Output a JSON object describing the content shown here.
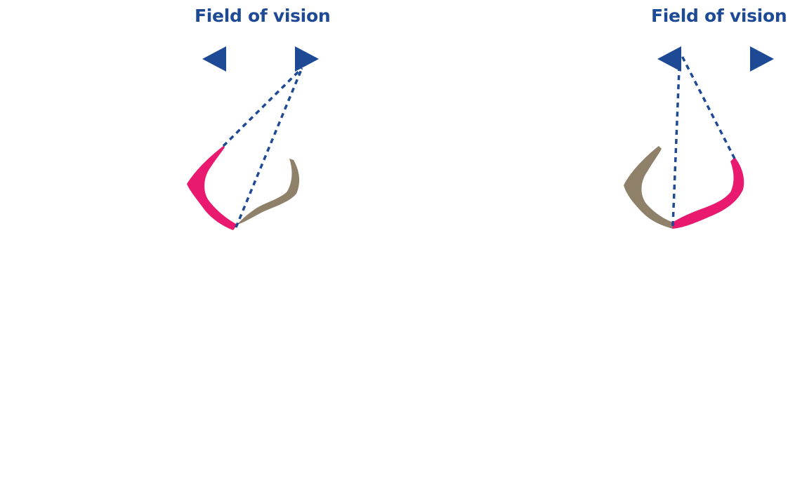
{
  "colors": {
    "title": "#1e4a95",
    "arrow": "#1e4a95",
    "dashed_line": "#1e4a95",
    "skull_outer": "#d5d6d0",
    "cavity": "#8d9aa4",
    "brain": "#e0e1e1",
    "ventricle": "#c3c7cc",
    "active_cortex": "#e8196e",
    "inactive_cortex": "#8f8069"
  },
  "panels": [
    {
      "title": "Field of vision",
      "left_arrow_icon": "triangle-left-icon",
      "right_arrow_icon": "triangle-right-icon",
      "active_side": "left",
      "lines_point_to": "right"
    },
    {
      "title": "Field of vision",
      "left_arrow_icon": "triangle-left-icon",
      "right_arrow_icon": "triangle-right-icon",
      "active_side": "right",
      "lines_point_to": "left"
    }
  ]
}
